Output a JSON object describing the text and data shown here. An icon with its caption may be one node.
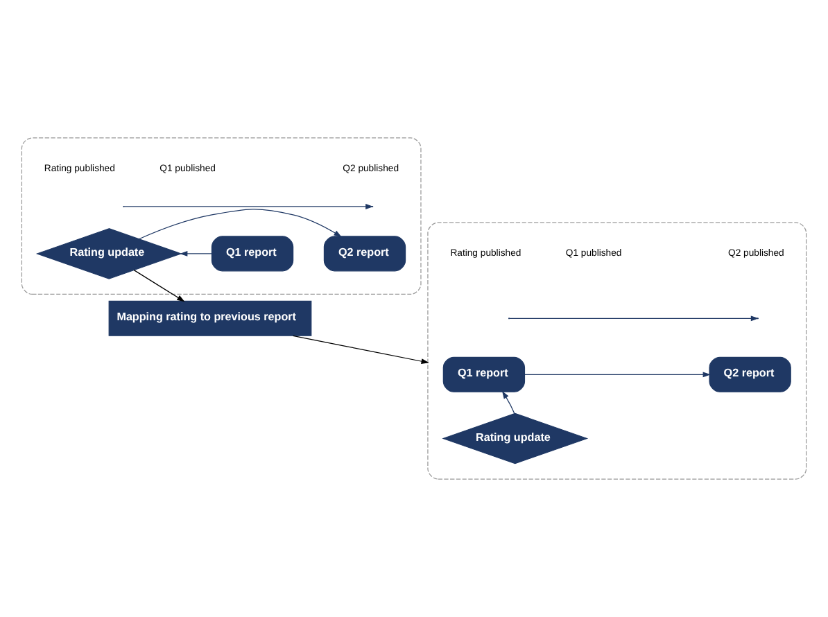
{
  "diagram": {
    "nodes": [
      {
        "text": [],
        "shape": "box"
      },
      {
        "text": [
          "Q1 report"
        ],
        "in": 0
      },
      {
        "text": [
          "Rating update"
        ],
        "in": 0
      },
      {
        "text": [
          "Q2 report"
        ],
        "in": 0
      },
      {
        "text": [
          "Mapping rating to previous report"
        ]
      },
      {
        "text": [],
        "shape": "box"
      },
      {
        "text": [
          "Q1 report"
        ],
        "in": 5
      },
      {
        "text": [
          "Q2 report"
        ],
        "in": 5
      },
      {
        "text": [
          "Rating update"
        ],
        "in": 5
      }
    ],
    "edges": [
      {
        "from": 1,
        "to": 2,
        "arrow": "to"
      },
      {
        "from": 2,
        "to": 3,
        "arrow": "to"
      },
      {
        "from": 2,
        "to": 4,
        "arrow": "to",
        "color": "#000000"
      },
      {
        "from": 4,
        "to": 5,
        "arrow": "to",
        "color": "#000000"
      },
      {
        "from": 6,
        "to": 7,
        "arrow": "to"
      },
      {
        "from": 8,
        "to": 6,
        "arrow": "to"
      }
    ],
    "labels": [
      "Q1 published",
      "Rating published",
      "Q2 published",
      "Q1 published",
      "Rating published",
      "Q2 published"
    ]
  }
}
